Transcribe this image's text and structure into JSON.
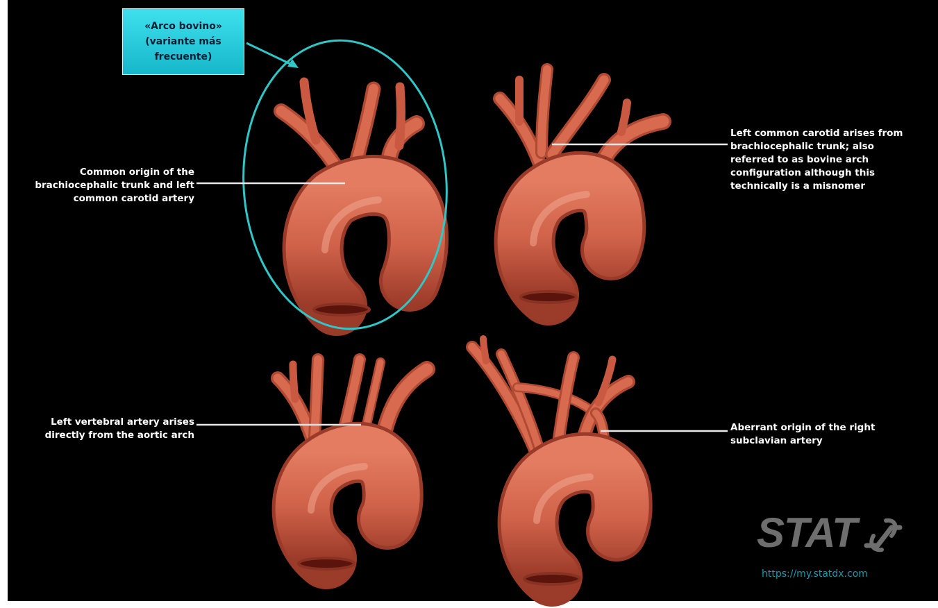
{
  "callout": {
    "text": "«Arco bovino»\n(variante más\nfrecuente)"
  },
  "labels": {
    "top_left": "Common origin of the\nbrachiocephalic trunk and left\ncommon carotid artery",
    "top_right": "Left common carotid arises from\nbrachiocephalic trunk; also\nreferred to as bovine arch\nconfiguration although this\ntechnically is a misnomer",
    "bottom_left": "Left vertebral artery arises\ndirectly from the aortic arch",
    "bottom_right": "Aberrant origin of the right\nsubclavian artery"
  },
  "logo": {
    "text": "STAT",
    "mark_icon": "statdx-link-icon",
    "url": "https://my.statdx.com"
  },
  "colors": {
    "background": "#000000",
    "vessel": "#d2634b",
    "vessel_highlight": "#f0a08a",
    "vessel_shadow": "#8a3222",
    "lumen": "#5a140c",
    "ellipse": "#2fc7c8",
    "leader": "#e8e8e8",
    "callout_fill": "#2fd2e2",
    "logo_gray": "#6e6e6e",
    "url": "#1d99a8"
  }
}
